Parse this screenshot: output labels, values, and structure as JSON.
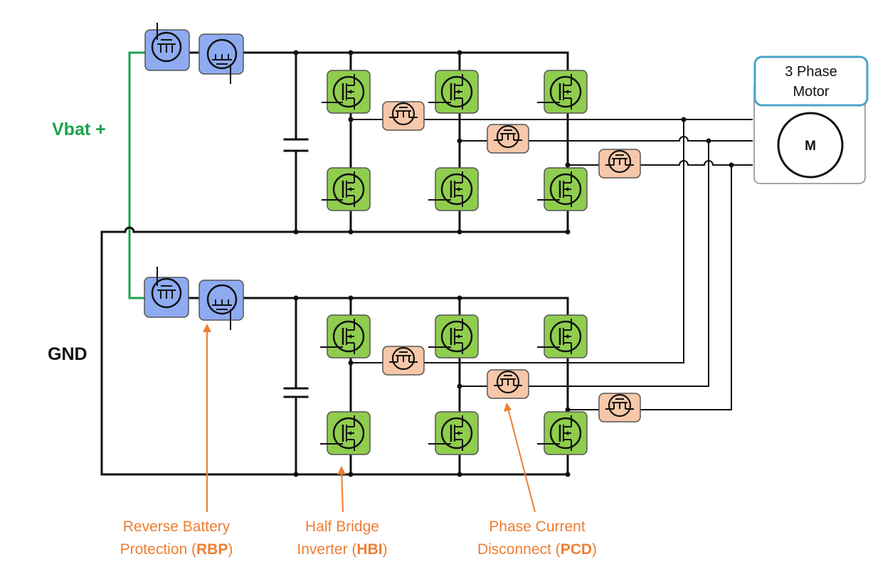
{
  "labels": {
    "vbat": "Vbat +",
    "gnd": "GND",
    "motor_line1": "3 Phase",
    "motor_line2": "Motor",
    "motor_symbol": "M"
  },
  "legend": {
    "rbp": {
      "line1": "Reverse Battery",
      "line2_pre": "Protection (",
      "abbr": "RBP",
      "line2_post": ")"
    },
    "hbi": {
      "line1": "Half Bridge",
      "line2_pre": "Inverter  (",
      "abbr": "HBI",
      "line2_post": ")"
    },
    "pcd": {
      "line1": "Phase Current",
      "line2_pre": "Disconnect (",
      "abbr": "PCD",
      "line2_post": ")"
    }
  },
  "colors": {
    "rbp_fill": "#8eaaf0",
    "hbi_fill": "#8fcd4f",
    "pcd_fill": "#f6c7a9",
    "vbat_wire": "#1aa34a",
    "annotation": "#ee7d31",
    "motor_border": "#4aa3c8"
  }
}
